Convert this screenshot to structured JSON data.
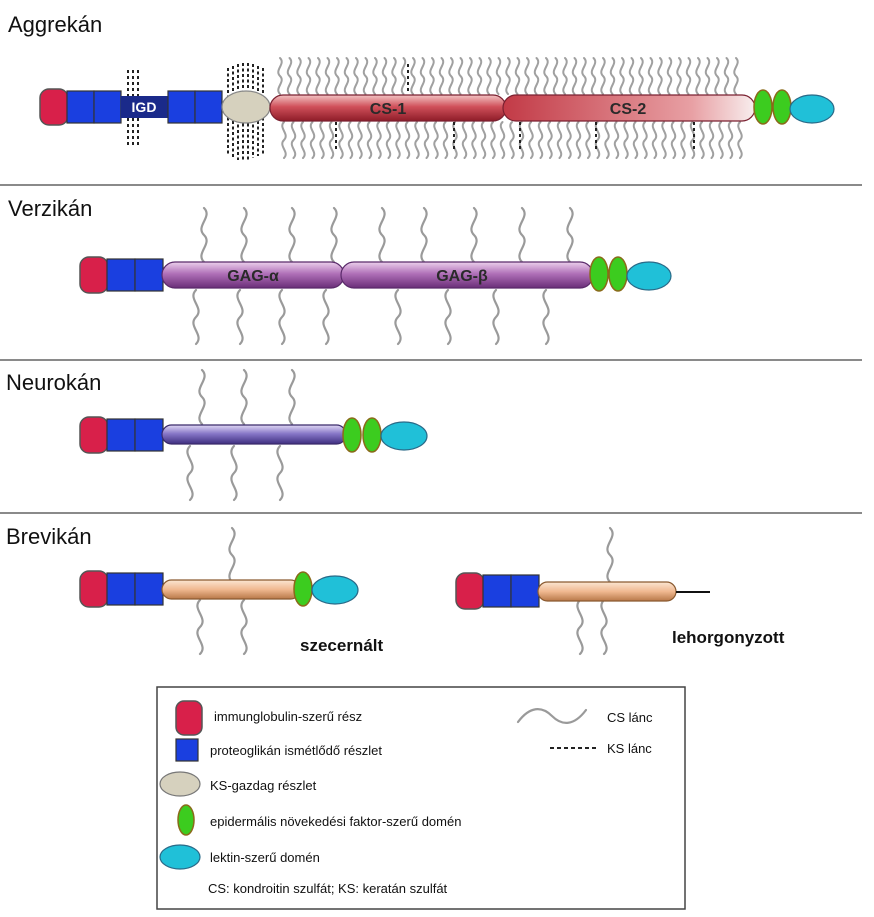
{
  "sections": {
    "aggrecan": {
      "title": "Aggrekán",
      "igd_label": "IGD",
      "cs1_label": "CS-1",
      "cs2_label": "CS-2"
    },
    "versican": {
      "title": "Verzikán",
      "gag_alpha_label": "GAG-α",
      "gag_beta_label": "GAG-β"
    },
    "neurocan": {
      "title": "Neurokán"
    },
    "brevican": {
      "title": "Brevikán",
      "secreted_label": "szecernált",
      "anchored_label": "lehorgonyzott"
    }
  },
  "legend": {
    "items": [
      {
        "icon": "immunoglobulin-icon",
        "label": "immunglobulin-szerű rész",
        "color": "#d8204a"
      },
      {
        "icon": "proteoglycan-repeat-icon",
        "label": "proteoglikán ismétlődő részlet",
        "color": "#1a3fe0"
      },
      {
        "icon": "ks-rich-icon",
        "label": "KS-gazdag részlet",
        "color": "#d6d1be"
      },
      {
        "icon": "egf-icon",
        "label": "epidermális növekedési faktor-szerű domén",
        "color": "#3ccc1f"
      },
      {
        "icon": "lectin-icon",
        "label": "lektin-szerű domén",
        "color": "#20c0d8"
      }
    ],
    "cs_chain_label": "CS lánc",
    "ks_chain_label": "KS lánc",
    "footnote": "CS: kondroitin szulfát; KS: keratán szulfát"
  }
}
